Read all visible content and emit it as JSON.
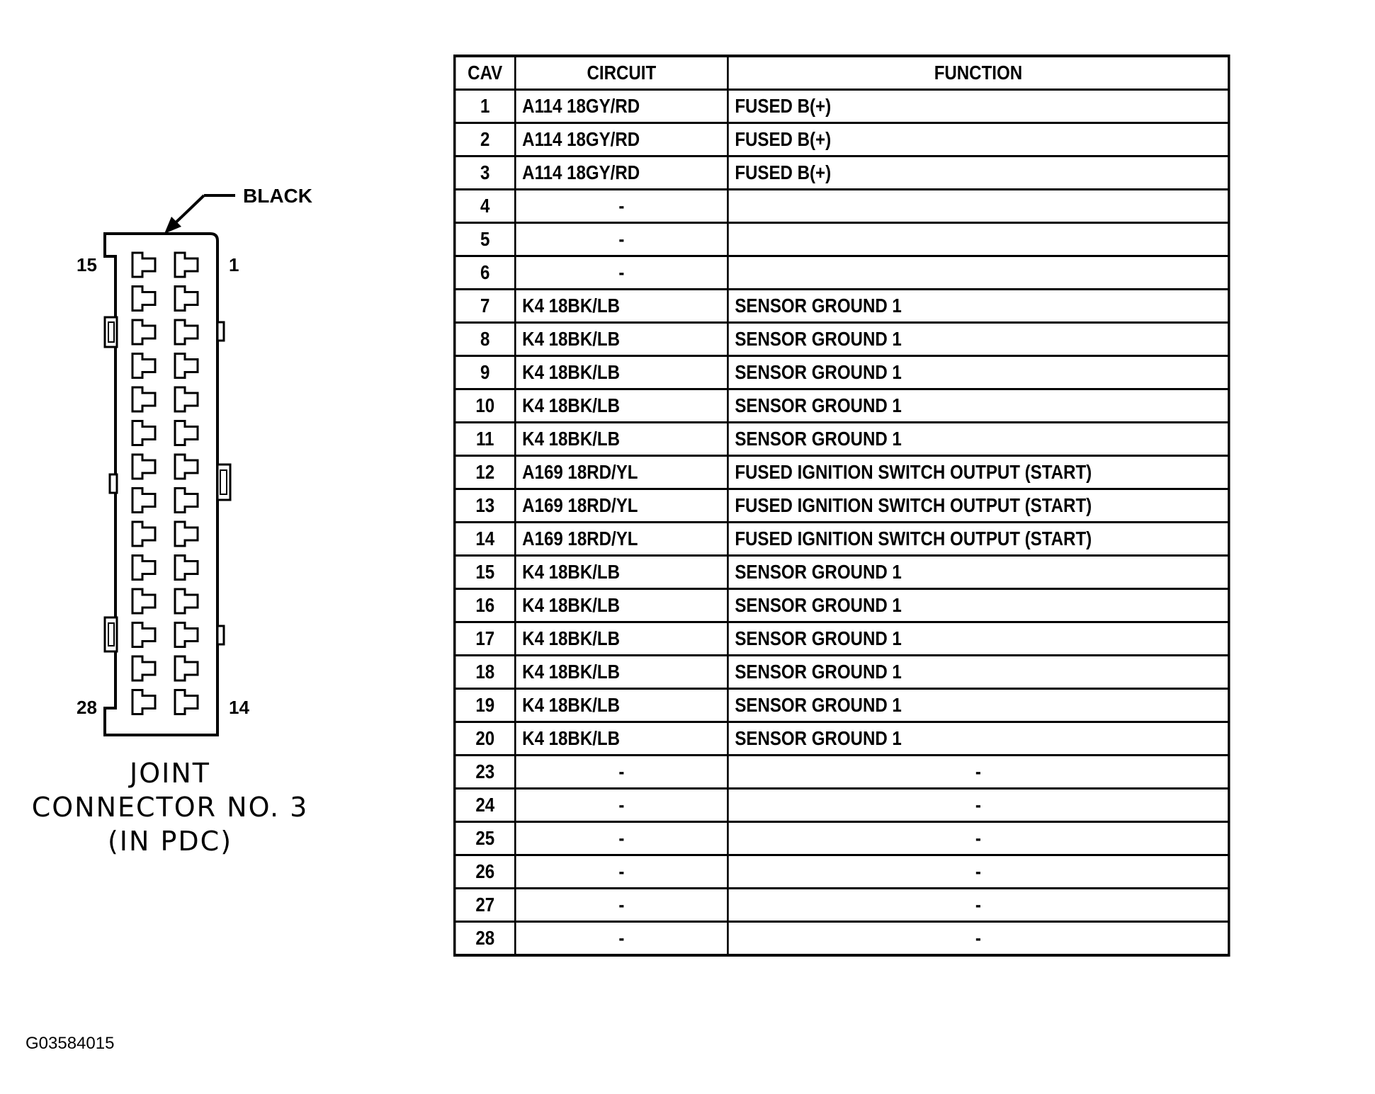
{
  "connector": {
    "color_label": "BLACK",
    "pin_top_left": "15",
    "pin_top_right": "1",
    "pin_bottom_left": "28",
    "pin_bottom_right": "14",
    "caption_lines": [
      "JOINT",
      "CONNECTOR NO. 3",
      "(IN PDC)"
    ]
  },
  "figure_id": "G03584015",
  "table": {
    "headers": {
      "cav": "CAV",
      "circuit": "CIRCUIT",
      "function": "FUNCTION"
    },
    "rows": [
      {
        "cav": "1",
        "circuit": "A114 18GY/RD",
        "function": "FUSED B(+)"
      },
      {
        "cav": "2",
        "circuit": "A114 18GY/RD",
        "function": "FUSED B(+)"
      },
      {
        "cav": "3",
        "circuit": "A114 18GY/RD",
        "function": "FUSED B(+)"
      },
      {
        "cav": "4",
        "circuit": "-",
        "function": ""
      },
      {
        "cav": "5",
        "circuit": "-",
        "function": ""
      },
      {
        "cav": "6",
        "circuit": "-",
        "function": ""
      },
      {
        "cav": "7",
        "circuit": "K4 18BK/LB",
        "function": "SENSOR GROUND 1"
      },
      {
        "cav": "8",
        "circuit": "K4 18BK/LB",
        "function": "SENSOR GROUND 1"
      },
      {
        "cav": "9",
        "circuit": "K4 18BK/LB",
        "function": "SENSOR GROUND 1"
      },
      {
        "cav": "10",
        "circuit": "K4 18BK/LB",
        "function": "SENSOR GROUND 1"
      },
      {
        "cav": "11",
        "circuit": "K4 18BK/LB",
        "function": "SENSOR GROUND 1"
      },
      {
        "cav": "12",
        "circuit": "A169 18RD/YL",
        "function": "FUSED IGNITION SWITCH OUTPUT (START)"
      },
      {
        "cav": "13",
        "circuit": "A169 18RD/YL",
        "function": "FUSED IGNITION SWITCH OUTPUT (START)"
      },
      {
        "cav": "14",
        "circuit": "A169 18RD/YL",
        "function": "FUSED IGNITION SWITCH OUTPUT (START)"
      },
      {
        "cav": "15",
        "circuit": "K4 18BK/LB",
        "function": "SENSOR GROUND 1"
      },
      {
        "cav": "16",
        "circuit": "K4 18BK/LB",
        "function": "SENSOR GROUND 1"
      },
      {
        "cav": "17",
        "circuit": "K4 18BK/LB",
        "function": "SENSOR GROUND 1"
      },
      {
        "cav": "18",
        "circuit": "K4 18BK/LB",
        "function": "SENSOR GROUND 1"
      },
      {
        "cav": "19",
        "circuit": "K4 18BK/LB",
        "function": "SENSOR GROUND 1"
      },
      {
        "cav": "20",
        "circuit": "K4 18BK/LB",
        "function": "SENSOR GROUND 1"
      },
      {
        "cav": "23",
        "circuit": "-",
        "function": "-"
      },
      {
        "cav": "24",
        "circuit": "-",
        "function": "-"
      },
      {
        "cav": "25",
        "circuit": "-",
        "function": "-"
      },
      {
        "cav": "26",
        "circuit": "-",
        "function": "-"
      },
      {
        "cav": "27",
        "circuit": "-",
        "function": "-"
      },
      {
        "cav": "28",
        "circuit": "-",
        "function": "-"
      }
    ]
  }
}
